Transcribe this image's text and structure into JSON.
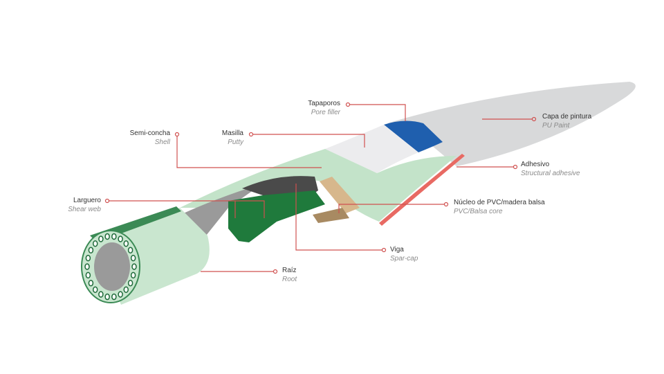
{
  "title": "Wind turbine blade cross-section components",
  "colors": {
    "leader": "#d0504f",
    "shell": "#c9e6cf",
    "dark_green": "#1f7a3c",
    "blue": "#1f5fae",
    "paint": "#d8d9da",
    "putty": "#ececee",
    "adhesive": "#e86a63"
  },
  "labels": [
    {
      "id": "tapaporos",
      "es": "Tapaporos",
      "en": "Pore filler"
    },
    {
      "id": "capa",
      "es": "Capa de pintura",
      "en": "PU Paint"
    },
    {
      "id": "semiconcha",
      "es": "Semi-concha",
      "en": "Shell"
    },
    {
      "id": "masilla",
      "es": "Masilla",
      "en": "Putty"
    },
    {
      "id": "adhesivo",
      "es": "Adhesivo",
      "en": "Structural adhesive"
    },
    {
      "id": "larguero",
      "es": "Larguero",
      "en": "Shear web"
    },
    {
      "id": "nucleo",
      "es": "Núcleo de PVC/madera balsa",
      "en": "PVC/Balsa core"
    },
    {
      "id": "viga",
      "es": "Viga",
      "en": "Spar-cap"
    },
    {
      "id": "raiz",
      "es": "Raíz",
      "en": "Root"
    }
  ]
}
